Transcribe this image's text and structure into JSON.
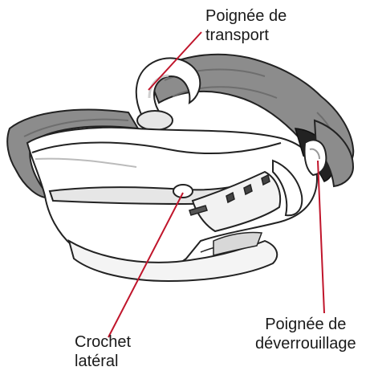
{
  "labels": {
    "transport_handle": "Poignée de\ntransport",
    "side_hook": "Crochet\nlatéral",
    "release_handle": "Poignée de\ndéverrouillage"
  },
  "colors": {
    "leader_line": "#c0152b",
    "outline": "#222222",
    "shell": "#ffffff",
    "shell_shade": "#e6e6e6",
    "padding": "#8c8c8c",
    "padding_dark": "#6e6e6e"
  }
}
